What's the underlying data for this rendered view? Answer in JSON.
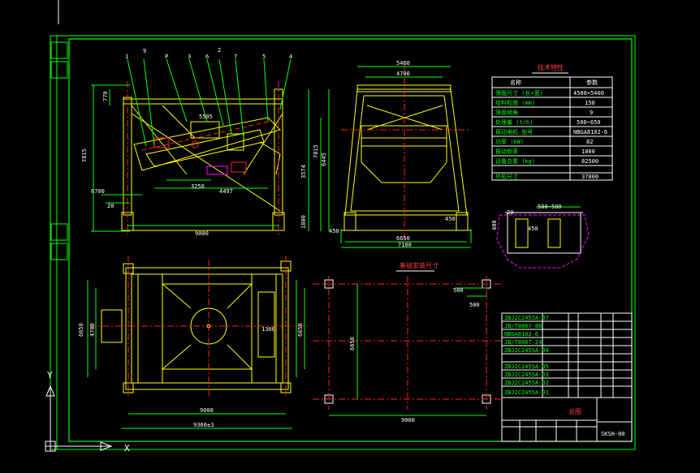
{
  "tech_table": {
    "title": "技术特性",
    "header": [
      "名称",
      "参数"
    ],
    "rows": [
      [
        "筛面尺寸 (长×宽)",
        "4500×5400"
      ],
      [
        "给料粒度 (mm)",
        "150"
      ],
      [
        "筛面倾角",
        "9"
      ],
      [
        "处理量 (t/h)",
        "500~650"
      ],
      [
        "振动电机 型号",
        "NBGA8102-6"
      ],
      [
        "功率 (kW)",
        "82"
      ],
      [
        "振动频率",
        "1000"
      ],
      [
        "设备总重 (kg)",
        "82500"
      ],
      [
        "外形尺寸",
        "37000"
      ]
    ]
  },
  "foundation": {
    "title": "基础安装尺寸",
    "dim_width": "9000",
    "dim_height": "6650",
    "dim_offset_a": "500",
    "dim_offset_b": "500"
  },
  "front_view": {
    "labels": [
      "1",
      "9",
      "P",
      "3",
      "6",
      "2",
      "7",
      "5",
      "4"
    ],
    "dims": {
      "overall": "9000",
      "height": "7815",
      "right_h1": "3574",
      "right_h2": "7815",
      "right_h3": "6445",
      "top_offset": "770",
      "mid1": "5595",
      "mid2": "3250",
      "mid3": "4497",
      "left1": "6700",
      "left2": "20",
      "bottom": "1800"
    }
  },
  "side_view": {
    "top_dim": "5460",
    "top_dim2": "4700",
    "bottom_dim": "6650",
    "bottom_dim2": "7100",
    "left_dim": "450",
    "right_dim": "450"
  },
  "plan_view": {
    "width": "9000",
    "width2": "9360±3",
    "height": "6650",
    "height2": "4700",
    "inner": "1300"
  },
  "detail": {
    "dim1": "500~500",
    "dim2": "450",
    "dim3": "400",
    "dim4": "20"
  },
  "title_block": {
    "name": "总图",
    "drawing_no": "SKSH-00",
    "parts": [
      "ZBJ2C2455A-07",
      "JB/T8867-86",
      "NBGA8102-6",
      "JB/T8867-24",
      "ZBJ2C2455A-04",
      "ZBJ2C2455A-05",
      "ZBJ2C2455A-03",
      "ZBJ2C2455A-02",
      "ZBJ2C2455A-01"
    ]
  },
  "ucs": {
    "y_label": "Y",
    "x_label": "X"
  }
}
